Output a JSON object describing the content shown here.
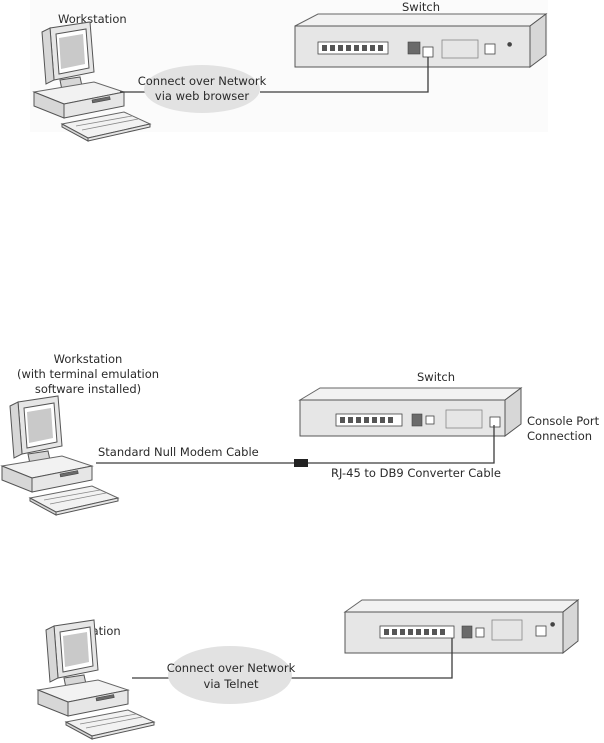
{
  "diagrams": [
    {
      "workstation_label": "Workstation",
      "switch_label": "Switch",
      "bubble_line1": "Connect over Network",
      "bubble_line2": "via web browser"
    },
    {
      "workstation_line1": "Workstation",
      "workstation_line2": "(with terminal emulation",
      "workstation_line3": "software installed)",
      "switch_label": "Switch",
      "console_line1": "Console Port",
      "console_line2": "Connection",
      "null_modem_label": "Standard Null Modem Cable",
      "converter_label": "RJ-45 to DB9  Converter Cable"
    },
    {
      "workstation_label": "Workstation",
      "bubble_line1": "Connect over Network",
      "bubble_line2": "via Telnet"
    }
  ],
  "icons": [
    "workstation-icon",
    "switch-icon"
  ]
}
